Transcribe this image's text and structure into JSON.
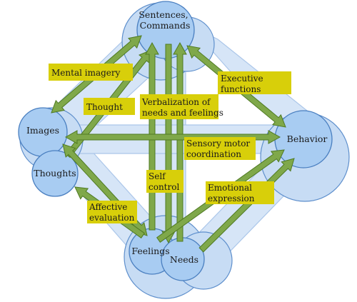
{
  "colors": {
    "node_fill": "#a8ccf2",
    "node_shadow": "#7faee0",
    "node_stroke": "#4a7fc0",
    "ghost_fill": "#cde0f6",
    "arrow_fill": "#7fa84a",
    "arrow_stroke": "#4f7a22",
    "label_box": "#d8cf0a"
  },
  "nodes": {
    "sentences": [
      "Sentences,",
      "Commands"
    ],
    "images": "Images",
    "thoughts": "Thoughts",
    "behavior": "Behavior",
    "feelings": "Feelings",
    "needs": "Needs"
  },
  "edge_labels": {
    "mental_imagery": [
      "Mental imagery"
    ],
    "thought": [
      "Thought"
    ],
    "verbalization": [
      "Verbalization of",
      "needs and feelings"
    ],
    "executive": [
      "Executive",
      "functions"
    ],
    "sensory_motor": [
      "Sensory motor",
      "coordination"
    ],
    "self_control": [
      "Self",
      "control"
    ],
    "emotional": [
      "Emotional",
      "expression"
    ],
    "affective": [
      "Affective",
      "evaluation"
    ]
  }
}
